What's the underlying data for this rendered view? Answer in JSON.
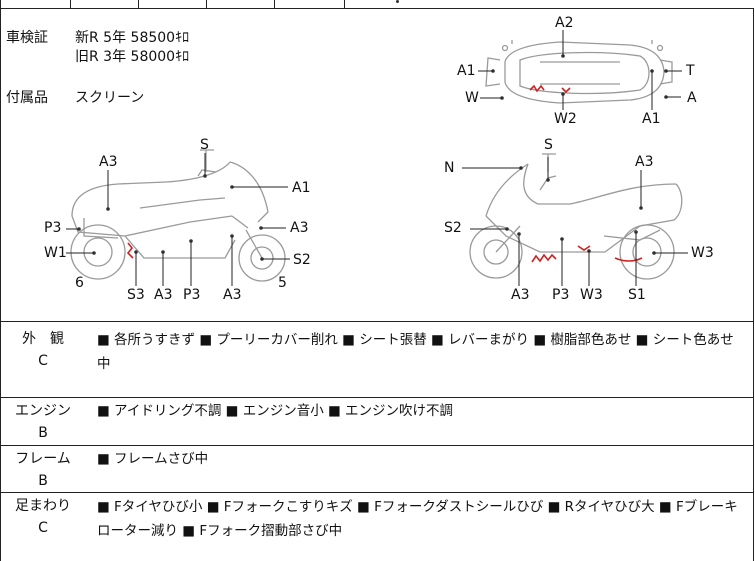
{
  "registration": {
    "label": "車検証",
    "new_line": "新R  5年  58500ｷﾛ",
    "old_line": "旧R  3年  58000ｷﾛ"
  },
  "accessories": {
    "label": "付属品",
    "value": "スクリーン"
  },
  "diagram_top": {
    "labels": {
      "a2": "A2",
      "a1_left": "A1",
      "t": "T",
      "w": "W",
      "a": "A",
      "w2": "W2",
      "a1_bottom": "A1"
    }
  },
  "diagram_left_side": {
    "labels": {
      "s": "S",
      "a3_top": "A3",
      "a1": "A1",
      "p3_left": "P3",
      "a3_right": "A3",
      "w1": "W1",
      "s2": "S2",
      "num6": "6",
      "s3": "S3",
      "a3_bottom1": "A3",
      "p3_bottom": "P3",
      "a3_bottom2": "A3",
      "num5": "5"
    }
  },
  "diagram_right_side": {
    "labels": {
      "n": "N",
      "s": "S",
      "a3_top": "A3",
      "s2": "S2",
      "w3_right": "W3",
      "a3_bottom": "A3",
      "p3_bottom": "P3",
      "w3_bottom": "W3",
      "s1": "S1"
    }
  },
  "conditions": [
    {
      "name": "外　観",
      "grade": "C",
      "text": "■ 各所うすきず ■ プーリーカバー削れ ■ シート張替 ■ レバーまがり ■ 樹脂部色あせ ■ シート色あせ中"
    },
    {
      "name": "エンジン",
      "grade": "B",
      "text": "■ アイドリング不調 ■ エンジン音小 ■ エンジン吹け不調"
    },
    {
      "name": "フレーム",
      "grade": "B",
      "text": "■ フレームさび中"
    },
    {
      "name": "足まわり",
      "grade": "C",
      "text": "■ Fタイヤひび小 ■ Fフォークこすりキズ ■ Fフォークダストシールひび ■ Rタイヤひび大 ■ Fブレーキローター減り ■ Fフォーク摺動部さび中"
    }
  ],
  "colors": {
    "line": "#222222",
    "sketch": "#9a9a9a",
    "damage": "#cc2222"
  }
}
